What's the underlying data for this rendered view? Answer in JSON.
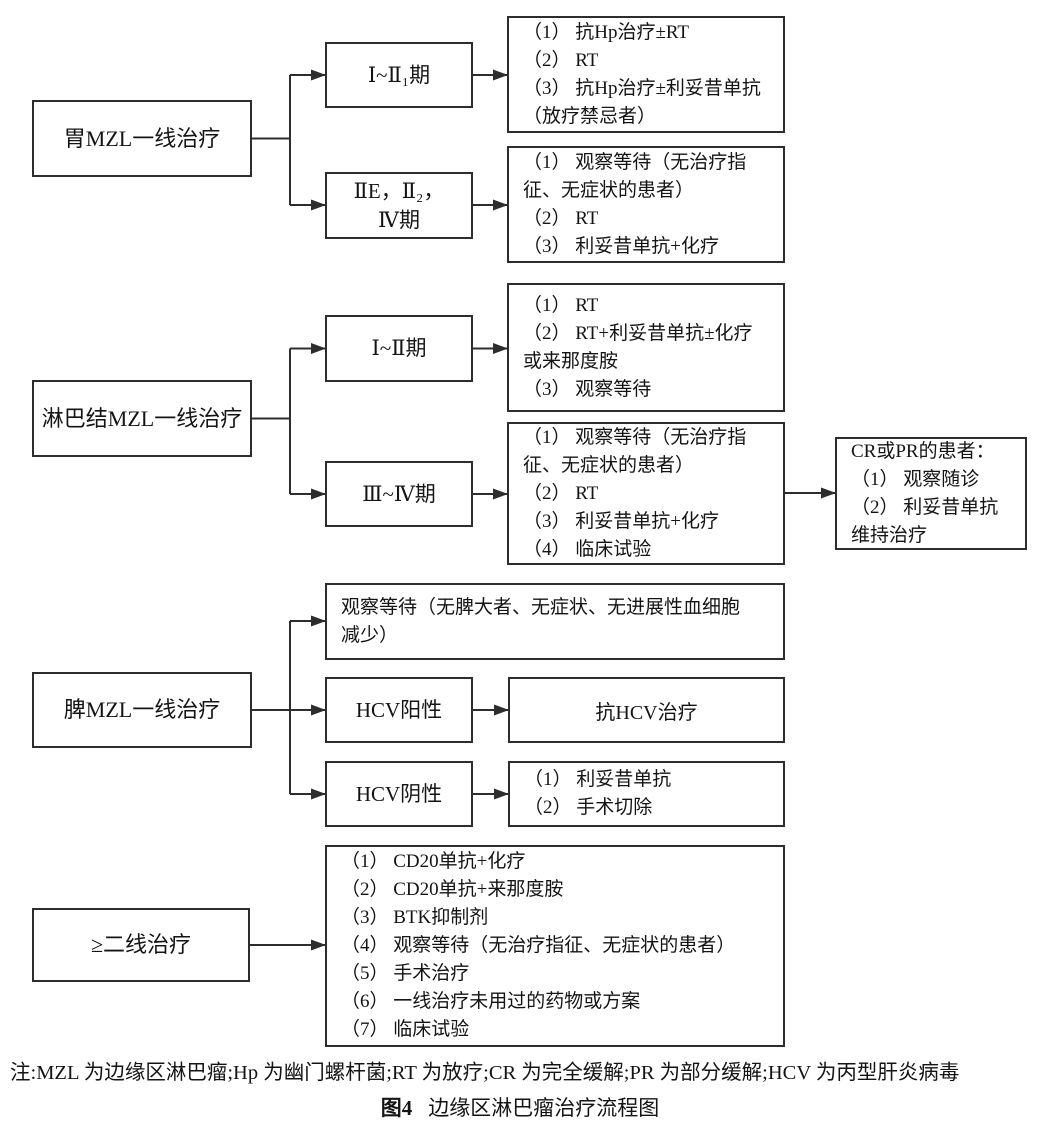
{
  "palette": {
    "line": "#2d2d2d",
    "text": "#141414",
    "background": "#ffffff"
  },
  "gastric": {
    "root": "胃MZL一线治疗",
    "stage_early": "Ⅰ~Ⅱ₁期",
    "stage_late": "ⅡE，Ⅱ₂，\nⅣ期",
    "outcome_early": "（1） 抗Hp治疗±RT\n（2） RT\n（3） 抗Hp治疗±利妥昔单抗\n（放疗禁忌者）",
    "outcome_late": "（1） 观察等待（无治疗指\n征、无症状的患者）\n（2） RT\n（3） 利妥昔单抗+化疗"
  },
  "nodal": {
    "root": "淋巴结MZL一线治疗",
    "stage_early": "Ⅰ~Ⅱ期",
    "stage_late": "Ⅲ~Ⅳ期",
    "outcome_early": "（1） RT\n（2） RT+利妥昔单抗±化疗\n或来那度胺\n（3） 观察等待",
    "outcome_late": "（1） 观察等待（无治疗指\n征、无症状的患者）\n（2） RT\n（3） 利妥昔单抗+化疗\n（4） 临床试验",
    "followup": "CR或PR的患者：\n（1） 观察随诊\n（2） 利妥昔单抗\n维持治疗"
  },
  "splenic": {
    "root": "脾MZL一线治疗",
    "watch_wait": "观察等待（无脾大者、无症状、无进展性血细胞\n减少）",
    "hcv_positive": "HCV阳性",
    "hcv_positive_outcome": "抗HCV治疗",
    "hcv_negative": "HCV阴性",
    "hcv_negative_outcome": "（1） 利妥昔单抗\n（2） 手术切除"
  },
  "second_line": {
    "root": "≥二线治疗",
    "outcome": "（1） CD20单抗+化疗\n（2） CD20单抗+来那度胺\n（3） BTK抑制剂\n（4） 观察等待（无治疗指征、无症状的患者）\n（5） 手术治疗\n（6） 一线治疗未用过的药物或方案\n（7） 临床试验"
  },
  "figure": {
    "note": "注:MZL 为边缘区淋巴瘤;Hp 为幽门螺杆菌;RT 为放疗;CR 为完全缓解;PR 为部分缓解;HCV 为丙型肝炎病毒",
    "caption_label": "图4",
    "caption_title": "边缘区淋巴瘤治疗流程图"
  }
}
